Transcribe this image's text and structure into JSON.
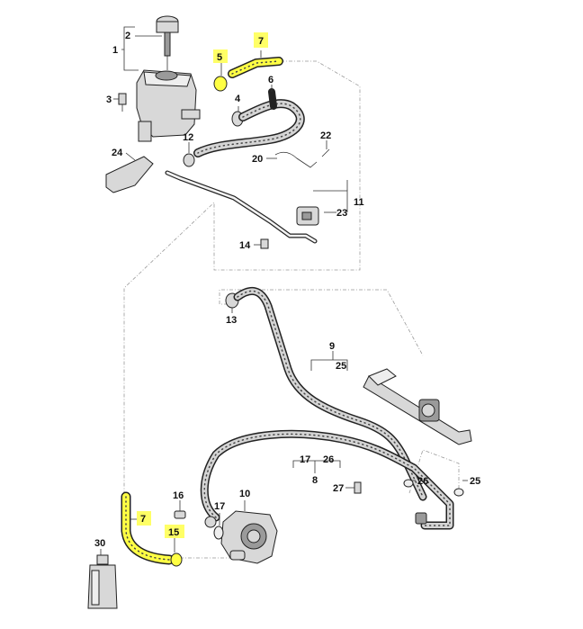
{
  "callouts": {
    "c1": "1",
    "c2": "2",
    "c3": "3",
    "c4": "4",
    "c5": "5",
    "c6": "6",
    "c7a": "7",
    "c8": "8",
    "c9": "9",
    "c10": "10",
    "c11": "11",
    "c12": "12",
    "c13": "13",
    "c14": "14",
    "c15": "15",
    "c16": "16",
    "c17a": "17",
    "c17b": "17",
    "c20": "20",
    "c22": "22",
    "c23": "23",
    "c24": "24",
    "c25a": "25",
    "c25b": "25",
    "c26a": "26",
    "c26b": "26",
    "c27": "27",
    "c30": "30",
    "c7b": "7"
  },
  "highlight_color": "#ffff66"
}
